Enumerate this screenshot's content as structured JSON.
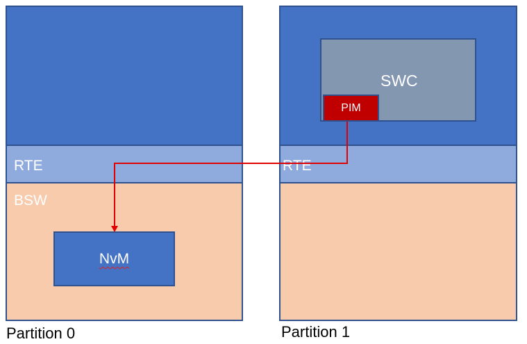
{
  "partitions": [
    {
      "caption": "Partition 0",
      "rte_label": "RTE",
      "bsw_label": "BSW",
      "nvm_label": "NvM"
    },
    {
      "caption": "Partition 1",
      "rte_label": "RTE",
      "swc_label": "SWC",
      "pim_label": "PIM"
    }
  ],
  "colors": {
    "application_layer": "#4472C4",
    "rte_layer": "#8FAADC",
    "bsw_layer": "#F8CBAD",
    "swc_box": "#8497B0",
    "pim_box": "#C00000",
    "outline": "#2F528F",
    "connection_arrow": "#E00000"
  }
}
